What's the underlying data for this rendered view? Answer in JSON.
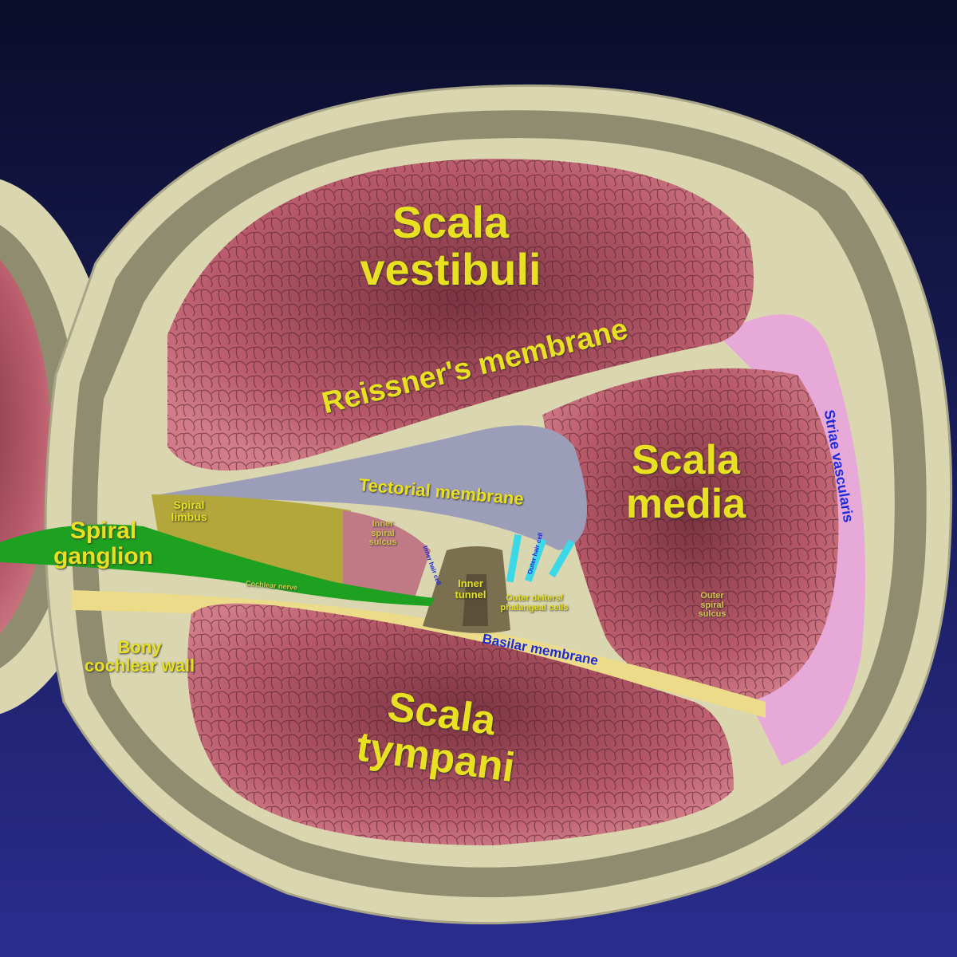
{
  "colors": {
    "background_top": "#0b0d2a",
    "background_bottom": "#2a2d8e",
    "bone": "#d9d6b0",
    "bone_dark": "#8f8c70",
    "chamber": "#b85a6a",
    "chamber_dark": "#6d2e3a",
    "label": "#e8e020",
    "label_blue": "#1c2ad8",
    "nerve": "#1ea020",
    "stria": "#e6a9d8",
    "tectorial": "#9c9db8"
  },
  "labels": {
    "scala_vestibuli": "Scala vestibuli",
    "reissners_membrane": "Reissner's membrane",
    "scala_media": "Scala media",
    "tectorial_membrane": "Tectorial membrane",
    "spiral_limbus": "Spiral limbus",
    "inner_spiral_sulcus": "Inner spiral sulcus",
    "spiral_ganglion": "Spiral ganglion",
    "cochlear_nerve": "Cochlear nerve",
    "inner_hair_cell": "Inner hair cell",
    "inner_tunnel": "Inner tunnel",
    "outer_hair_cell": "Outer hair cell",
    "outer_deiters": "Outer deiters/ phalangeal cells",
    "outer_spiral_sulcus": "Outer spiral sulcus",
    "basilar_membrane": "Basilar membrane",
    "stria_vascularis": "Striae vascularis",
    "bony_cochlear_wall": "Bony cochlear wall",
    "scala_tympani": "Scala tympani"
  }
}
